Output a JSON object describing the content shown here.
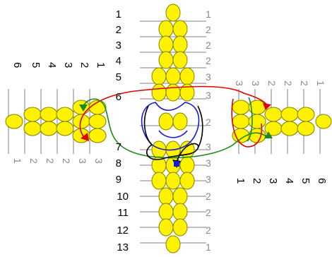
{
  "colors": {
    "bead_fill": "#fff200",
    "bead_stroke": "#808000",
    "line": "#808080",
    "count_text": "#8a8a8a",
    "thread_red": "#e00000",
    "thread_green": "#1a8a1a",
    "thread_blue": "#1a1ad8",
    "thread_black": "#000000"
  },
  "top_arm": {
    "row_numbers": [
      "1",
      "2",
      "3",
      "4",
      "5",
      "6"
    ],
    "bead_counts": [
      "1",
      "2",
      "2",
      "2",
      "3",
      "3"
    ]
  },
  "center": {
    "bead_count": "2"
  },
  "bottom_arm": {
    "row_numbers": [
      "7",
      "8",
      "9",
      "10",
      "11",
      "12",
      "13"
    ],
    "bead_counts": [
      "3",
      "3",
      "3",
      "2",
      "2",
      "2",
      "1"
    ]
  },
  "left_arm": {
    "row_numbers": [
      "1",
      "2",
      "3",
      "4",
      "5",
      "6"
    ],
    "bead_counts": [
      "1",
      "2",
      "2",
      "2",
      "3",
      "3"
    ]
  },
  "right_arm": {
    "row_numbers": [
      "1",
      "2",
      "3",
      "4",
      "5",
      "6"
    ],
    "bead_counts": [
      "3",
      "3",
      "2",
      "2",
      "2",
      "1"
    ]
  }
}
